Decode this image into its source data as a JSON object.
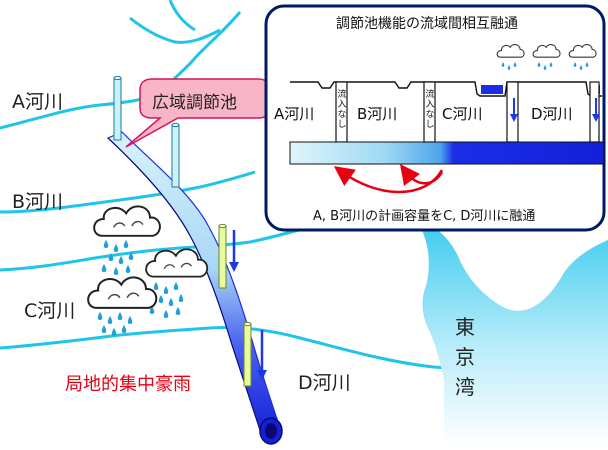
{
  "rivers": {
    "a": "A河川",
    "b": "B河川",
    "c": "C河川",
    "d": "D河川"
  },
  "callout": "広域調節池",
  "rain_label": "局地的集中豪雨",
  "bay": [
    "東",
    "京",
    "湾"
  ],
  "inset": {
    "title": "調節池機能の流域間相互融通",
    "rivers": [
      "A河川",
      "B河川",
      "C河川",
      "D河川"
    ],
    "no_inflow": "流入なし",
    "caption": "A, B河川の計画容量をC, D河川に融通"
  },
  "colors": {
    "river": "#20c4e8",
    "bay_top": "#5fd0ee",
    "tunnel_dark": "#1a2ee6",
    "tunnel_light": "#bfeafa",
    "inset_border": "#001a66",
    "rain_red": "#e60012",
    "callout_fill": "#f7b5c7",
    "callout_border": "#d4145a"
  }
}
